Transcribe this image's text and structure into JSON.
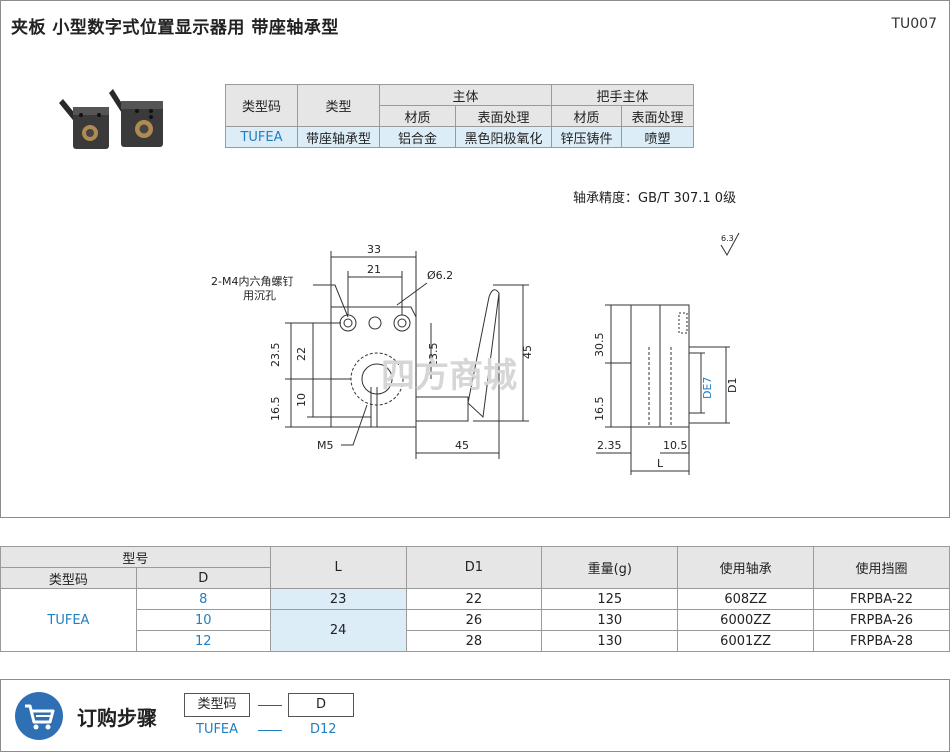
{
  "header": {
    "title": "夹板  小型数字式位置显示器用  带座轴承型",
    "code": "TU007"
  },
  "spec_table": {
    "col_type_code": "类型码",
    "col_type": "类型",
    "group_body": "主体",
    "group_handle": "把手主体",
    "sub_material": "材质",
    "sub_surface": "表面处理",
    "row": {
      "type_code": "TUFEA",
      "type": "带座轴承型",
      "body_material": "铝合金",
      "body_surface": "黑色阳极氧化",
      "handle_material": "锌压铸件",
      "handle_surface": "喷塑"
    }
  },
  "precision_note": "轴承精度：GB/T 307.1 0级",
  "drawing": {
    "label_bolt": "2-M4内六角螺钉",
    "label_counterbore": "用沉孔",
    "dim_33": "33",
    "dim_21": "21",
    "dim_dia": "Ø6.2",
    "dim_23_5_left": "23.5",
    "dim_22": "22",
    "dim_23_5_mid": "23.5",
    "dim_45_v": "45",
    "dim_16_5_left": "16.5",
    "dim_10": "10",
    "label_m5": "M5",
    "dim_45_h": "45",
    "dim_30_5": "30.5",
    "dim_16_5_side": "16.5",
    "dim_2_35": "2.35",
    "dim_10_5": "10.5",
    "dim_L": "L",
    "label_de7": "DE7",
    "label_d1": "D1",
    "roughness": "6.3",
    "watermark": "四方商城"
  },
  "model_table": {
    "h_model": "型号",
    "h_type_code": "类型码",
    "h_d": "D",
    "h_l": "L",
    "h_d1": "D1",
    "h_weight": "重量(g)",
    "h_bearing": "使用轴承",
    "h_ring": "使用挡圈",
    "type_code": "TUFEA",
    "rows": [
      {
        "d": "8",
        "l": "23",
        "d1": "22",
        "weight": "125",
        "bearing": "608ZZ",
        "ring": "FRPBA-22"
      },
      {
        "d": "10",
        "l": "24",
        "d1": "26",
        "weight": "130",
        "bearing": "6000ZZ",
        "ring": "FRPBA-26"
      },
      {
        "d": "12",
        "l": "",
        "d1": "28",
        "weight": "130",
        "bearing": "6001ZZ",
        "ring": "FRPBA-28"
      }
    ]
  },
  "order": {
    "title": "订购步骤",
    "box1": "类型码",
    "box2": "D",
    "val1": "TUFEA",
    "val2": "D12"
  },
  "colors": {
    "accent_blue": "#1f7fc0",
    "cart_blue": "#2f6fb4",
    "header_gray": "#e6e6e6",
    "cell_blue": "#dcedf8"
  }
}
